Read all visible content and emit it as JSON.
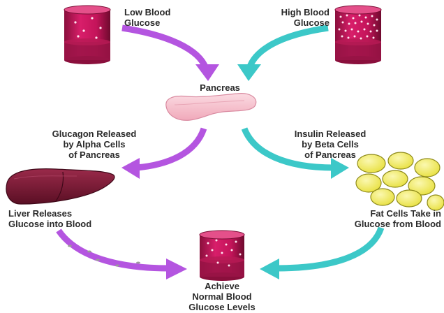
{
  "labels": {
    "low": {
      "line1": "Low Blood",
      "line2": "Glucose"
    },
    "high": {
      "line1": "High Blood",
      "line2": "Glucose"
    },
    "pancreas": "Pancreas",
    "glucagon": {
      "line1": "Glucagon Released",
      "line2": "by Alpha Cells",
      "line3": "of Pancreas"
    },
    "insulin": {
      "line1": "Insulin Released",
      "line2": "by Beta Cells",
      "line3": "of Pancreas"
    },
    "liver": {
      "line1": "Liver Releases",
      "line2": "Glucose into Blood"
    },
    "fat": {
      "line1": "Fat Cells Take in",
      "line2": "Glucose from Blood"
    },
    "normal": {
      "line1": "Achieve",
      "line2": "Normal Blood",
      "line3": "Glucose Levels"
    }
  },
  "colors": {
    "vessel": "#c8155a",
    "vessel_dark": "#7a0c34",
    "vessel_light": "#f06aa0",
    "purple_arrow": "#b455e0",
    "teal_arrow": "#3cc8c8",
    "pancreas": "#f6c4cf",
    "liver": "#7a1a36",
    "fat": "#f2ee6a"
  },
  "icons": {
    "low_vessel": "blood-vessel-low-glucose-icon",
    "high_vessel": "blood-vessel-high-glucose-icon",
    "normal_vessel": "blood-vessel-normal-glucose-icon",
    "pancreas": "pancreas-icon",
    "liver": "liver-icon",
    "fat": "fat-cells-icon"
  }
}
